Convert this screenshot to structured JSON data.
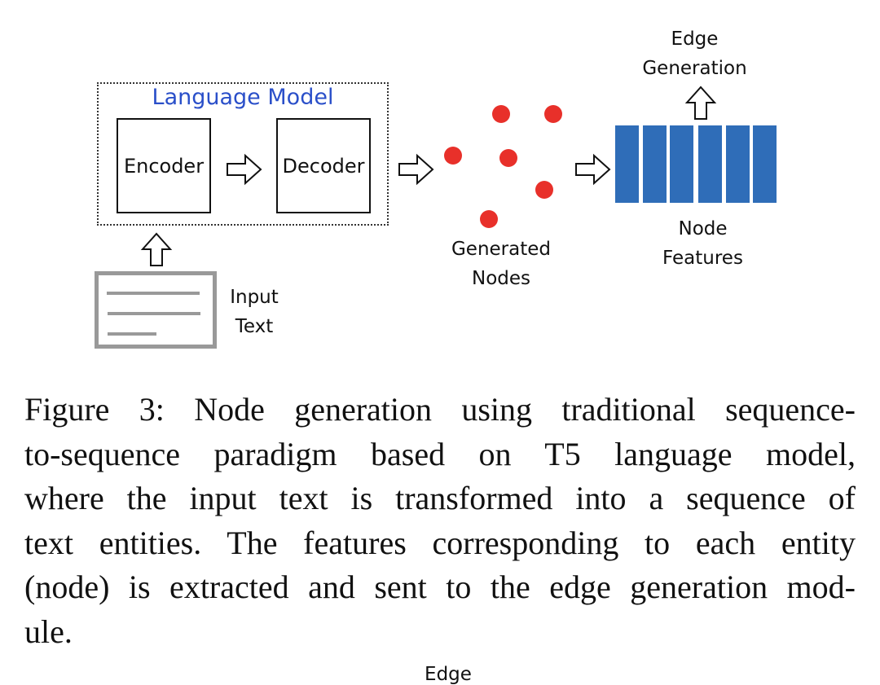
{
  "figure": {
    "language_model_title": "Language Model",
    "encoder_label": "Encoder",
    "decoder_label": "Decoder",
    "input_text_label": [
      "Input",
      "Text"
    ],
    "generated_nodes_label": [
      "Generated",
      "Nodes"
    ],
    "node_features_label": [
      "Node",
      "Features"
    ],
    "edge_generation_label": [
      "Edge",
      "Generation"
    ],
    "generated_node_count": 6,
    "node_feature_count": 6,
    "colors": {
      "title_blue": "#2a4fc9",
      "node_red": "#e8302a",
      "feature_blue": "#2f6db8",
      "document_gray": "#999999"
    }
  },
  "caption": {
    "lines": [
      "Figure 3: Node generation using traditional sequence-",
      "to-sequence paradigm based on T5 language model,",
      "where the input text is transformed into a sequence of",
      "text entities. The features corresponding to each entity",
      "(node) is extracted and sent to the edge generation mod-",
      "ule."
    ]
  },
  "next_figure_partial_label": "Edge"
}
